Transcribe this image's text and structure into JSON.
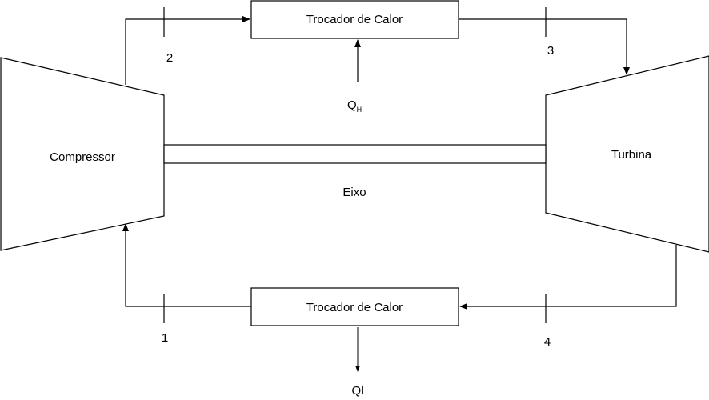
{
  "components": {
    "compressor": "Compressor",
    "turbine": "Turbina",
    "shaft": "Eixo",
    "heat_exchanger_top": "Trocador de Calor",
    "heat_exchanger_bottom": "Trocador de Calor"
  },
  "states": {
    "s1": "1",
    "s2": "2",
    "s3": "3",
    "s4": "4"
  },
  "heat": {
    "qh_main": "Q",
    "qh_sub": "H",
    "ql": "Ql"
  },
  "colors": {
    "stroke": "#000000",
    "fill": "#ffffff",
    "text": "#000000"
  }
}
